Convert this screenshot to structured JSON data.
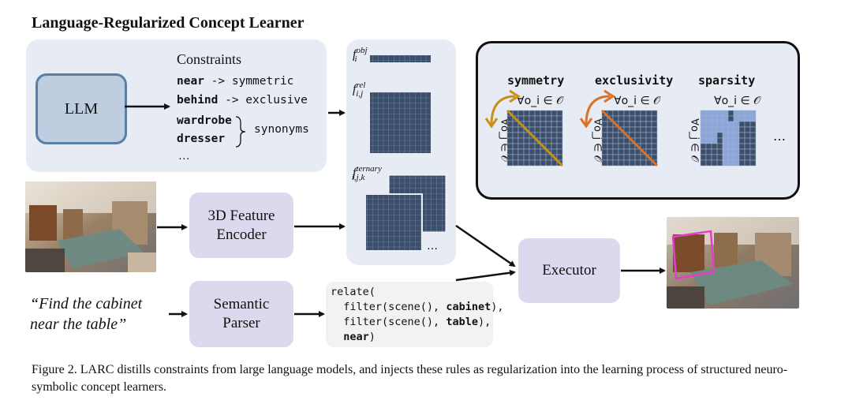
{
  "title": "Language-Regularized Concept Learner",
  "llm_label": "LLM",
  "constraints": {
    "heading": "Constraints",
    "line1_word": "near",
    "line1_rest": " -> symmetric",
    "line2_word": "behind",
    "line2_rest": " -> exclusive",
    "line3_word": "wardrobe",
    "line4_word": "dresser",
    "synonyms": "synonyms",
    "ellipsis": "…"
  },
  "features": {
    "obj_base": "f",
    "obj_sub": "i",
    "obj_sup": "obj",
    "rel_base": "f",
    "rel_sub": "i,j",
    "rel_sup": "rel",
    "ter_base": "f",
    "ter_sub": "i,j,k",
    "ter_sup": "ternary",
    "ellipsis": "…"
  },
  "regularizers": {
    "items": [
      {
        "label": "symmetry",
        "top": "∀o_i ∈ 𝒪",
        "side": "∀o_j ∈ 𝒪",
        "arrow_color": "#c8901c",
        "line_color": "#c8901c"
      },
      {
        "label": "exclusivity",
        "top": "∀o_i ∈ 𝒪",
        "side": "∀o_j ∈ 𝒪",
        "arrow_color": "#d9722c",
        "line_color": "#d9722c"
      },
      {
        "label": "sparsity",
        "top": "∀o_i ∈ 𝒪",
        "side": "∀o_j ∈ 𝒪"
      }
    ],
    "ellipsis": "…",
    "grid_color": "#3b4e6b",
    "highlight_color": "#8ca6dc"
  },
  "encoder_label": "3D Feature Encoder",
  "query": "“Find the cabinet near the table”",
  "parser_label": "Semantic Parser",
  "program": {
    "l1": "relate(",
    "l2a": "  filter(scene(), ",
    "l2b": "cabinet",
    "l2c": "),",
    "l3a": "  filter(scene(), ",
    "l3b": "table",
    "l3c": "),",
    "l4a": "  ",
    "l4b": "near",
    "l4c": ")"
  },
  "executor_label": "Executor",
  "caption": "Figure 2. LARC distills constraints from large language models, and injects these rules as regularization into the learning process of structured neuro-symbolic concept learners."
}
